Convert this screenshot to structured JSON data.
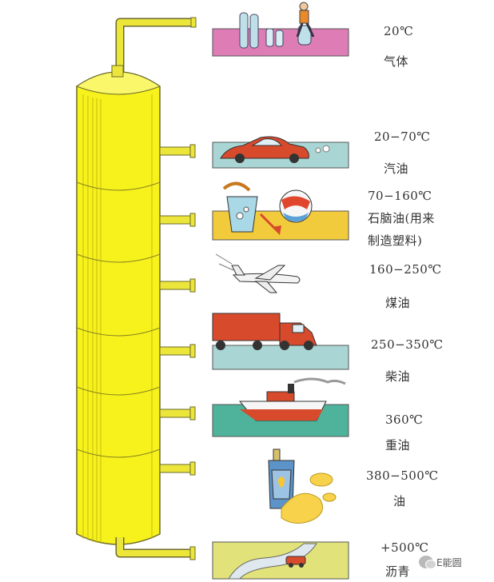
{
  "fractions": [
    {
      "temp": "20℃",
      "name": "气体",
      "panel_color": "#de7cb6",
      "text_color": "#333333"
    },
    {
      "temp": "20−70℃",
      "name": "汽油",
      "panel_color": "#a9d6d4",
      "text_color": "#333333"
    },
    {
      "temp": "70−160℃",
      "name_line1": "石脑油(用来",
      "name_line2": "制造塑料)",
      "panel_color": "#f2cb3c",
      "text_color": "#333333"
    },
    {
      "temp": "160−250℃",
      "name": "煤油",
      "panel_color": "#ffffff",
      "text_color": "#333333"
    },
    {
      "temp": "250−350℃",
      "name": "柴油",
      "panel_color": "#a9d6d4",
      "text_color": "#333333"
    },
    {
      "temp": "360℃",
      "name": "重油",
      "panel_color": "#4fb29a",
      "text_color": "#333333"
    },
    {
      "temp": "380−500℃",
      "name": "油",
      "panel_color": "#ffffff",
      "text_color": "#333333"
    },
    {
      "temp": "+500℃",
      "name": "沥青",
      "panel_color": "#e2e27a",
      "text_color": "#333333"
    }
  ],
  "watermark": {
    "text": "E能圆"
  },
  "colors": {
    "tower": "#f7f21c",
    "tower_shade": "#d8d208",
    "pipe": "#ece63a",
    "outline": "#6b6b2a"
  }
}
